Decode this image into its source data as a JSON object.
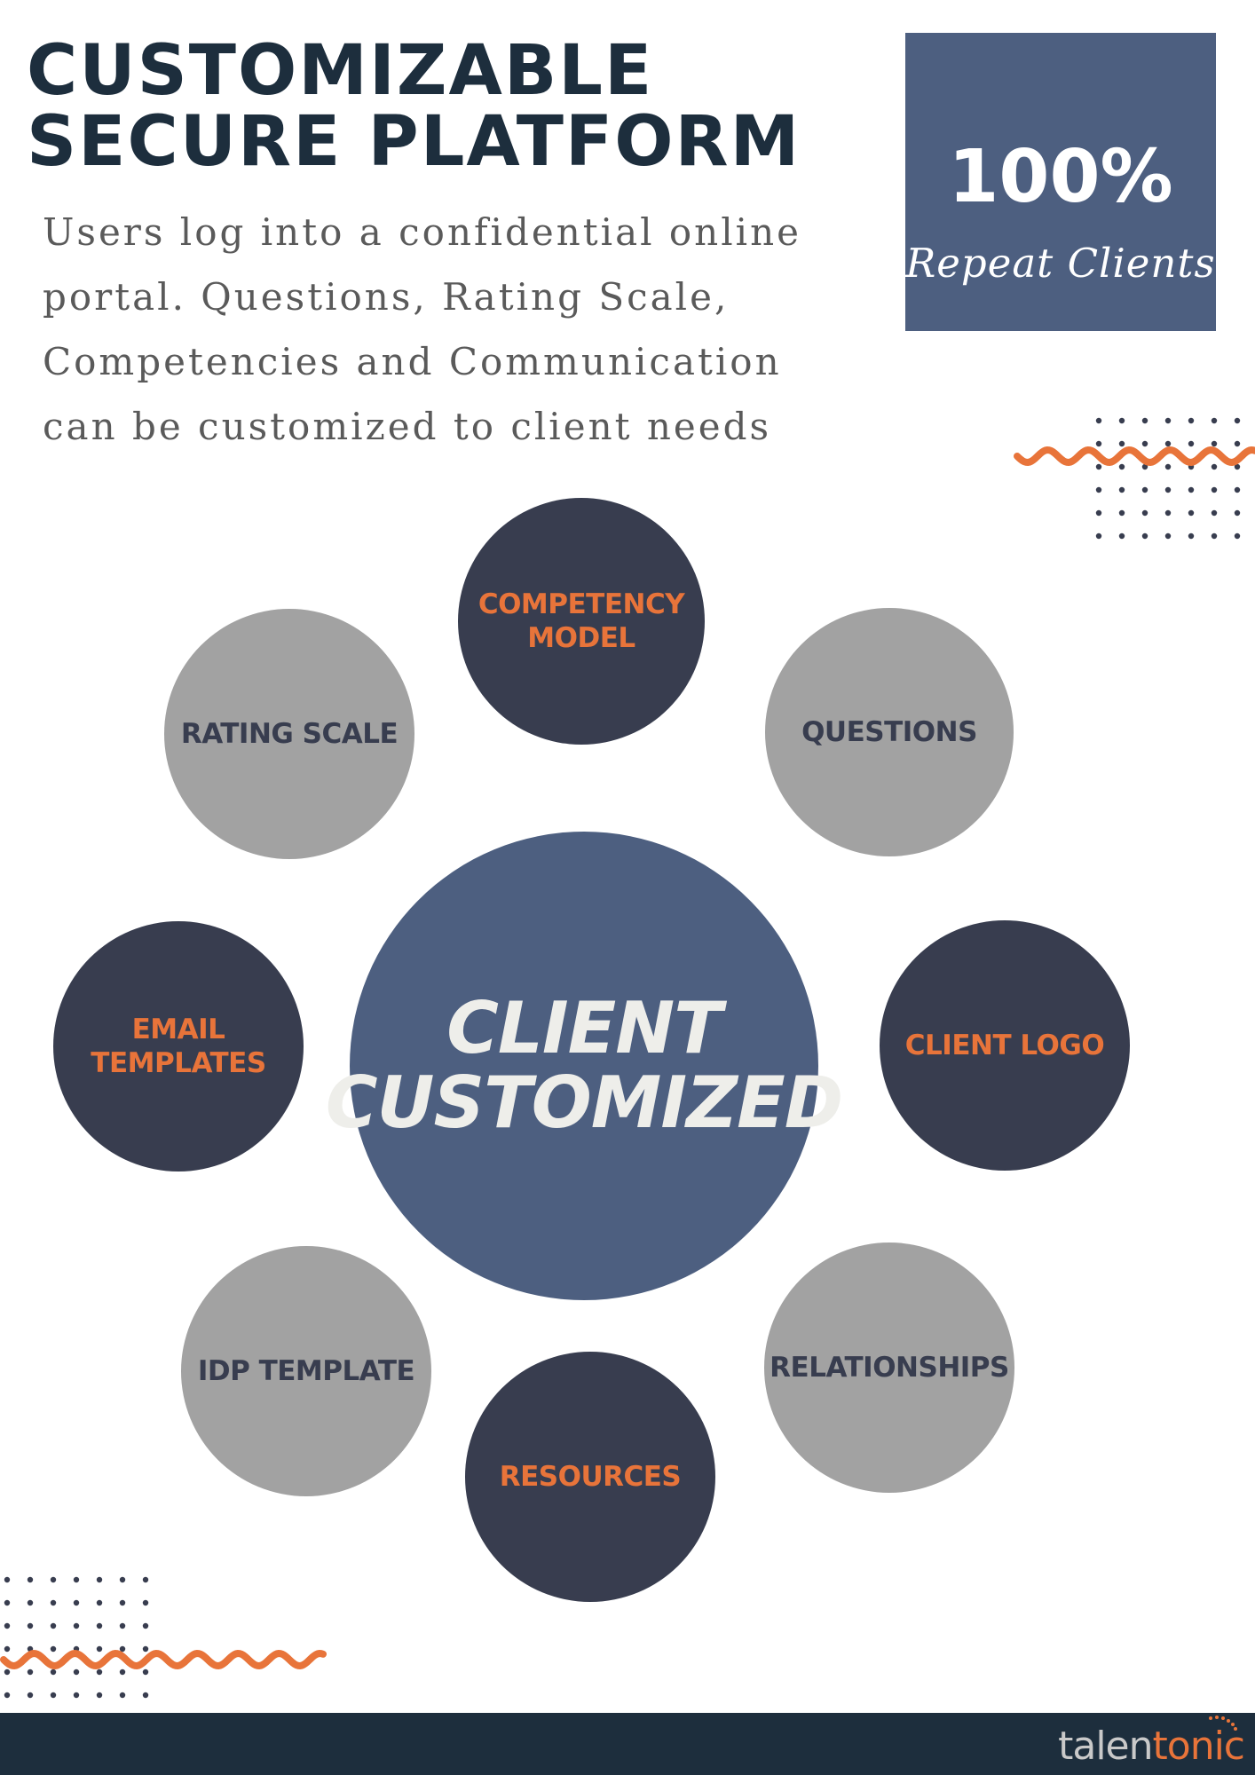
{
  "title": {
    "lines": [
      "CUSTOMIZABLE",
      "SECURE PLATFORM"
    ]
  },
  "description": {
    "lines": [
      "Users log into a confidential online",
      "portal. Questions, Rating Scale,",
      "Competencies and Communication",
      "can be customized to client needs"
    ]
  },
  "stat": {
    "value": "100%",
    "label": "Repeat Clients"
  },
  "diagram": {
    "center": {
      "lines": [
        "CLIENT",
        "CUSTOMIZED"
      ]
    },
    "nodes": [
      {
        "lines": [
          "COMPETENCY",
          "MODEL"
        ],
        "tone": "dark"
      },
      {
        "lines": [
          "QUESTIONS"
        ],
        "tone": "light"
      },
      {
        "lines": [
          "CLIENT LOGO"
        ],
        "tone": "dark"
      },
      {
        "lines": [
          "RELATIONSHIPS"
        ],
        "tone": "light"
      },
      {
        "lines": [
          "RESOURCES"
        ],
        "tone": "dark"
      },
      {
        "lines": [
          "IDP TEMPLATE"
        ],
        "tone": "light"
      },
      {
        "lines": [
          "EMAIL",
          "TEMPLATES"
        ],
        "tone": "dark"
      },
      {
        "lines": [
          "RATING SCALE"
        ],
        "tone": "light"
      }
    ]
  },
  "colors": {
    "navy": "#1d2e3d",
    "slate_blue": "#4d5f80",
    "dark_circle": "#383d4f",
    "gray_circle": "#a2a2a2",
    "orange": "#e8743a"
  },
  "logo": {
    "part1": "talen",
    "part2": "tonic"
  }
}
